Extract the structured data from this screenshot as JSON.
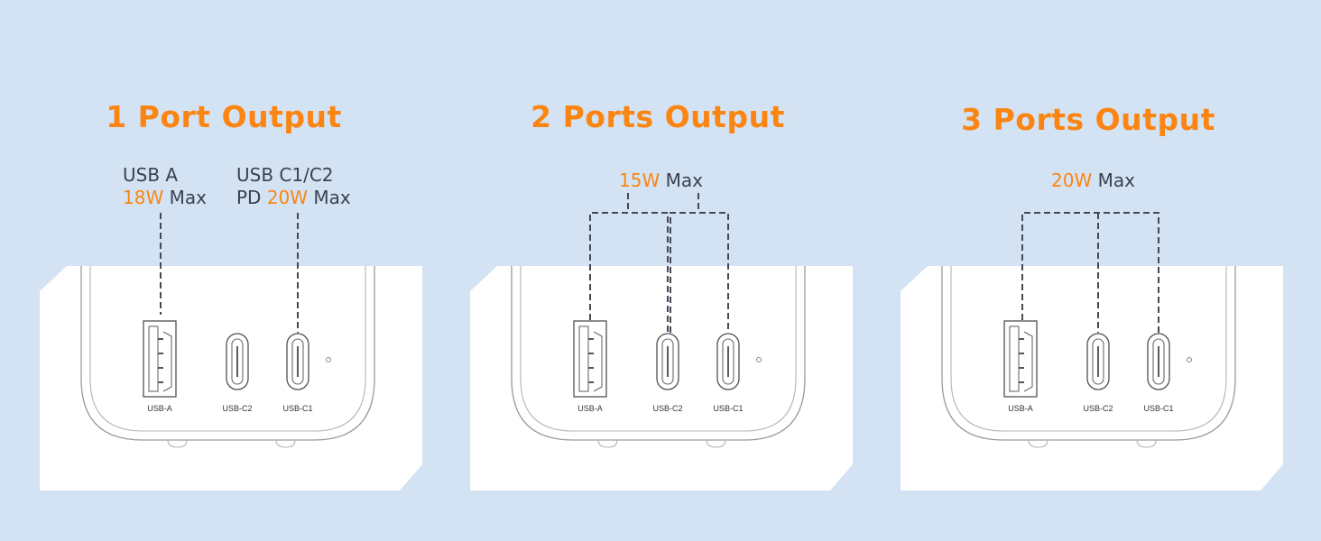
{
  "panels": [
    {
      "title": "1 Port Output",
      "labels": {
        "usb_a_name": "USB A",
        "usb_a_watt": "18W",
        "usb_a_max": "Max",
        "usb_c_name": "USB C1/C2",
        "usb_c_prefix": "PD",
        "usb_c_watt": "20W",
        "usb_c_max": "Max"
      }
    },
    {
      "title": "2 Ports Output",
      "labels": {
        "watt": "15W",
        "max": "Max"
      }
    },
    {
      "title": "3 Ports Output",
      "labels": {
        "watt": "20W",
        "max": "Max"
      }
    }
  ],
  "port_labels": {
    "usb_a": "USB-A",
    "usb_c2": "USB-C2",
    "usb_c1": "USB-C1"
  },
  "colors": {
    "background": "#d3e3f3",
    "accent": "#fb8512",
    "text": "#3b4150"
  }
}
